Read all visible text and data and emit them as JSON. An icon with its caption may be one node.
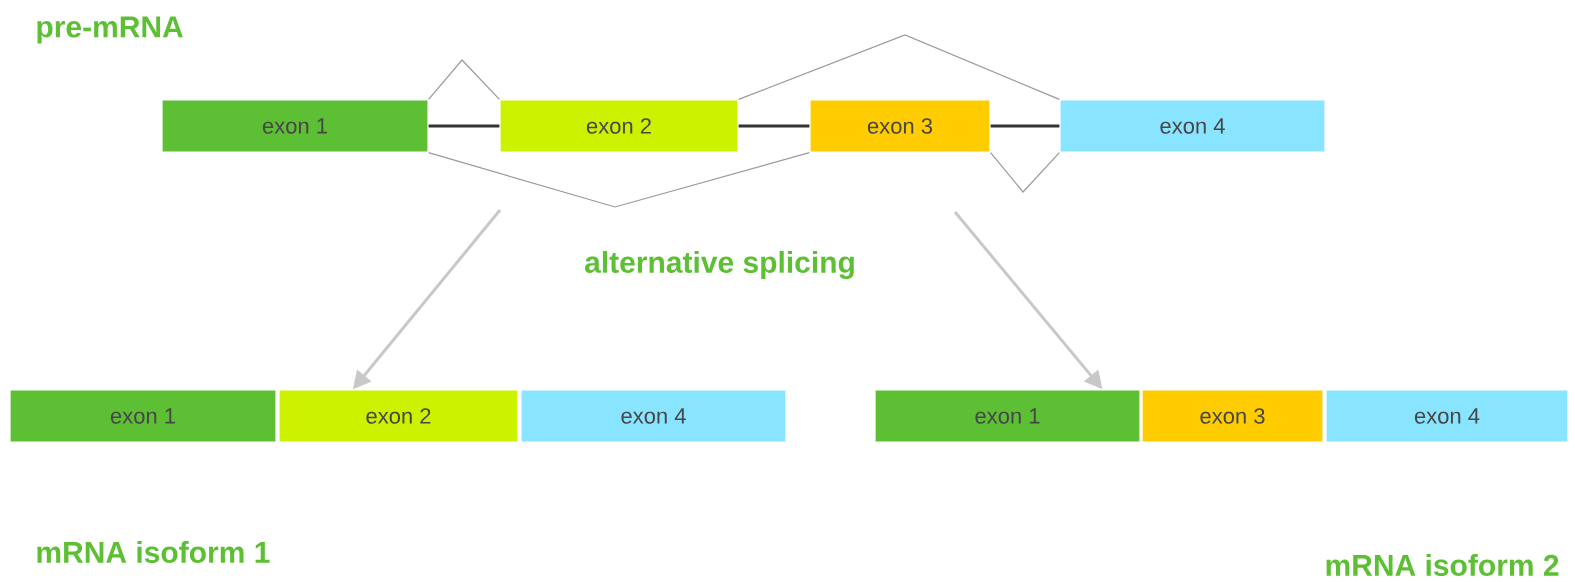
{
  "diagram": {
    "nodes": [
      {
        "text": [
          "exon 1"
        ]
      },
      {
        "text": [
          "exon 2"
        ]
      },
      {
        "text": [
          "exon 3"
        ]
      },
      {
        "text": [
          "exon 4"
        ]
      },
      {
        "text": [
          "exon 1"
        ]
      },
      {
        "text": [
          "exon 2"
        ]
      },
      {
        "text": [
          "exon 4"
        ]
      },
      {
        "text": [
          "exon 1"
        ]
      },
      {
        "text": [
          "exon 3"
        ]
      },
      {
        "text": [
          "exon 4"
        ]
      }
    ],
    "edges": [
      {
        "from": 0,
        "to": 1,
        "arrow": "none",
        "color": "#333333"
      },
      {
        "from": 1,
        "to": 2,
        "arrow": "none",
        "color": "#333333"
      },
      {
        "from": 2,
        "to": 3,
        "arrow": "none",
        "color": "#333333"
      },
      {
        "from": 0,
        "to": 1,
        "arrow": "none"
      },
      {
        "from": 0,
        "to": 2,
        "arrow": "none"
      },
      {
        "from": 1,
        "to": 3,
        "arrow": "none"
      },
      {
        "from": 2,
        "to": 3,
        "arrow": "none"
      },
      {
        "from": null,
        "to": 5,
        "arrow": "to",
        "color": "#c8c8c8"
      },
      {
        "from": null,
        "to": 7,
        "arrow": "to",
        "color": "#c8c8c8"
      }
    ],
    "labels": [
      "pre-mRNA",
      "alternative splicing",
      "mRNA isoform 1",
      "mRNA isoform 2"
    ]
  }
}
